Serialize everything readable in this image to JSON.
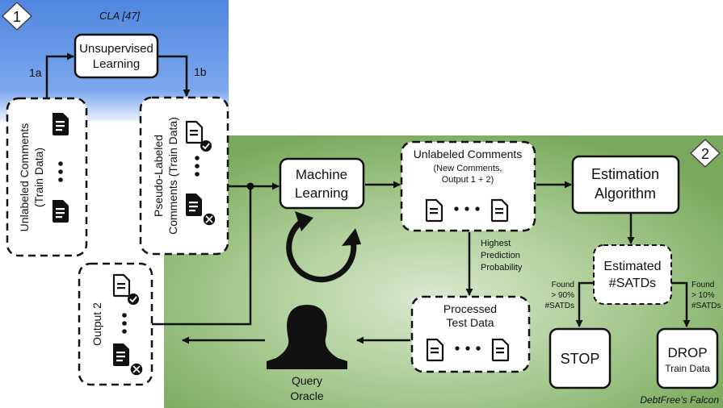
{
  "panel1": {
    "badge": "1",
    "title": "CLA [47]",
    "unsupervised_line1": "Unsupervised",
    "unsupervised_line2": "Learning",
    "arrow_1a": "1a",
    "arrow_1b": "1b",
    "unlabeled_line1": "Unlabeled Comments",
    "unlabeled_line2": "(Train Data)",
    "pseudo_line1": "Pseudo-Labeled",
    "pseudo_line2": "Comments (Train Data)"
  },
  "panel2": {
    "badge": "2",
    "footer": "DebtFree's Falcon",
    "ml_line1": "Machine",
    "ml_line2": "Learning",
    "unlabeled_title": "Unlabeled Comments",
    "unlabeled_sub1": "(New Comments,",
    "unlabeled_sub2": "Output 1 + 2)",
    "est_alg_line1": "Estimation",
    "est_alg_line2": "Algorithm",
    "highest_line1": "Highest",
    "highest_line2": "Prediction",
    "highest_line3": "Probability",
    "estimated_line1": "Estimated",
    "estimated_line2": "#SATDs",
    "found_left_line1": "Found",
    "found_left_line2": "> 90%",
    "found_left_line3": "#SATDs",
    "found_right_line1": "Found",
    "found_right_line2": "> 10%",
    "found_right_line3": "#SATDs",
    "stop": "STOP",
    "drop_line1": "DROP",
    "drop_line2": "Train Data",
    "processed_line1": "Processed",
    "processed_line2": "Test Data",
    "query_line1": "Query",
    "query_line2": "Oracle",
    "output2": "Output 2"
  },
  "icons": [
    "document-icon",
    "document-check-icon",
    "document-x-icon",
    "refresh-cycle-icon",
    "person-icon",
    "ellipsis-dots"
  ],
  "colors": {
    "panel1_bg": "#5b8ee0",
    "panel2_bg": "#7fae62"
  }
}
